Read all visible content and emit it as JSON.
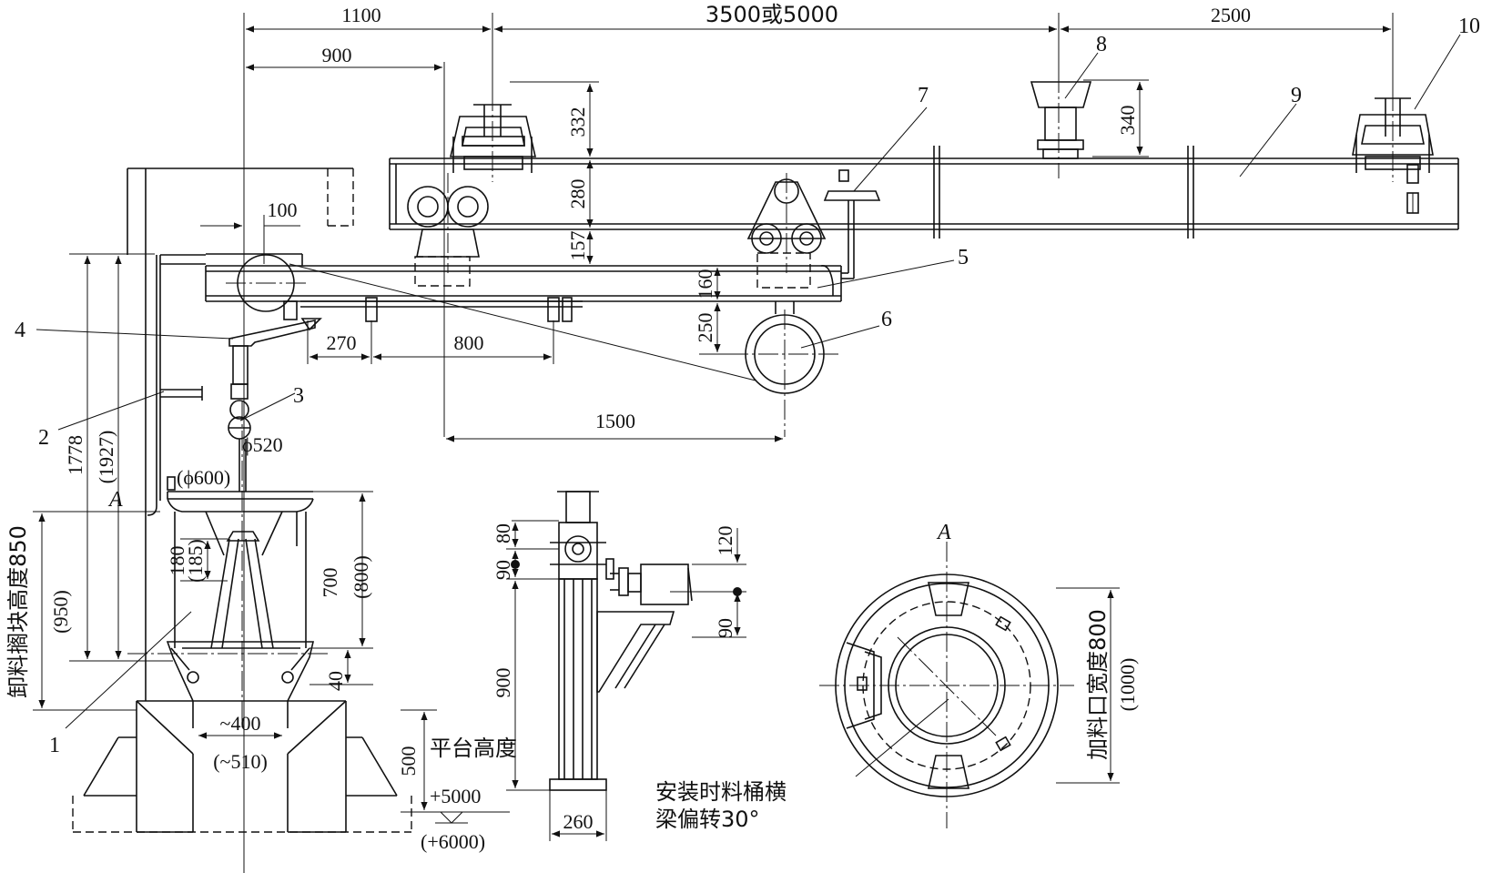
{
  "dimensions": {
    "d1100": "1100",
    "d3500": "3500或5000",
    "d2500": "2500",
    "d900": "900",
    "d332": "332",
    "d280": "280",
    "d157": "157",
    "d340": "340",
    "d100": "100",
    "d160": "160",
    "d250": "250",
    "d270": "270",
    "d800": "800",
    "d1500": "1500",
    "d1778": "1778",
    "d1927": "(1927)",
    "d520": "ϕ520",
    "d600": "(ϕ600)",
    "d180": "180",
    "d185": "(185)",
    "d700": "700",
    "d800b": "(800)",
    "d40": "40",
    "d950": "(950)",
    "d400": "~400",
    "d510": "(~510)",
    "d500": "500",
    "d5000": "+5000",
    "d6000": "(+6000)",
    "d80": "80",
    "d90a": "90",
    "d90b": "90",
    "d120": "120",
    "d900b": "900",
    "d260": "260",
    "d1000": "(1000)"
  },
  "labels": {
    "n1": "1",
    "n2": "2",
    "n3": "3",
    "n4": "4",
    "n5": "5",
    "n6": "6",
    "n7": "7",
    "n8": "8",
    "n9": "9",
    "n10": "10",
    "secA1": "A",
    "secA2": "A"
  },
  "notes": {
    "unload_height": "卸料搁块高度850",
    "platform_height": "平台高度",
    "feed_width": "加料口宽度800",
    "install_line1": "安装时料桶横",
    "install_line2": "梁偏转30°"
  }
}
